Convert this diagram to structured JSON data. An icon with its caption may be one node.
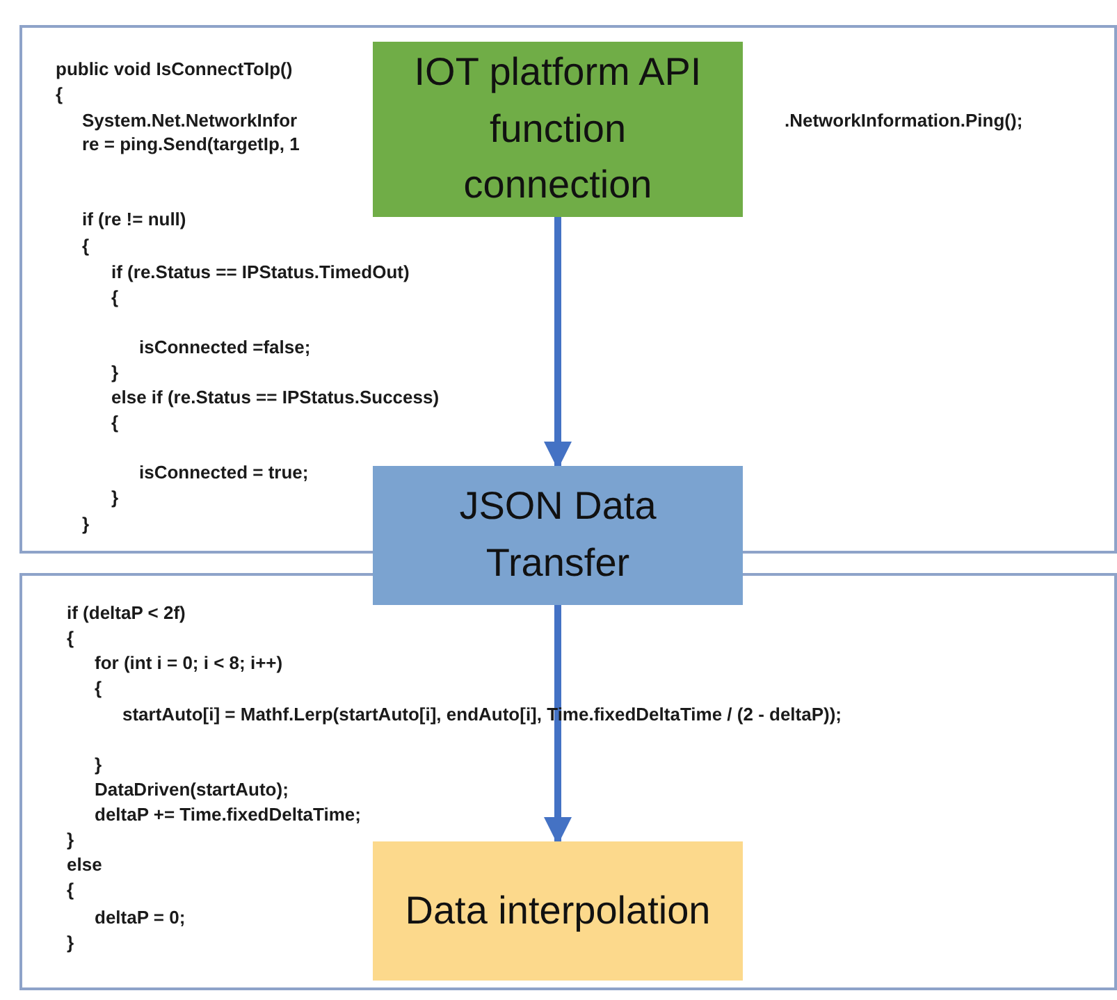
{
  "diagram": {
    "nodes": [
      {
        "text": [
          "public void IsConnectToIp()",
          "{",
          "System.Net.NetworkInfor",
          ".NetworkInformation.Ping();",
          "re = ping.Send(targetIp, 1",
          "if (re != null)",
          "{",
          "if (re.Status == IPStatus.TimedOut)",
          "{",
          "isConnected =false;",
          "}",
          "else if (re.Status == IPStatus.Success)",
          "{",
          "isConnected = true;",
          "}",
          "}"
        ]
      },
      {
        "text": [
          "IOT platform API function connection"
        ],
        "in": 0
      },
      {
        "text": [
          "JSON Data Transfer"
        ]
      },
      {
        "text": [
          "if (deltaP < 2f)",
          "{",
          "for (int i = 0; i < 8; i++)",
          "{",
          "startAuto[i] = Mathf.Lerp(startAuto[i], endAuto[i], Time.fixedDeltaTime / (2 - deltaP));",
          "}",
          "DataDriven(startAuto);",
          "deltaP += Time.fixedDeltaTime;",
          "}",
          "else",
          "{",
          "deltaP = 0;",
          "}"
        ]
      },
      {
        "text": [
          "Data interpolation"
        ],
        "in": 3
      }
    ],
    "edges": [
      {
        "from": 1,
        "to": 2,
        "arrow": "to"
      },
      {
        "from": 2,
        "to": 4,
        "arrow": "to"
      }
    ]
  }
}
